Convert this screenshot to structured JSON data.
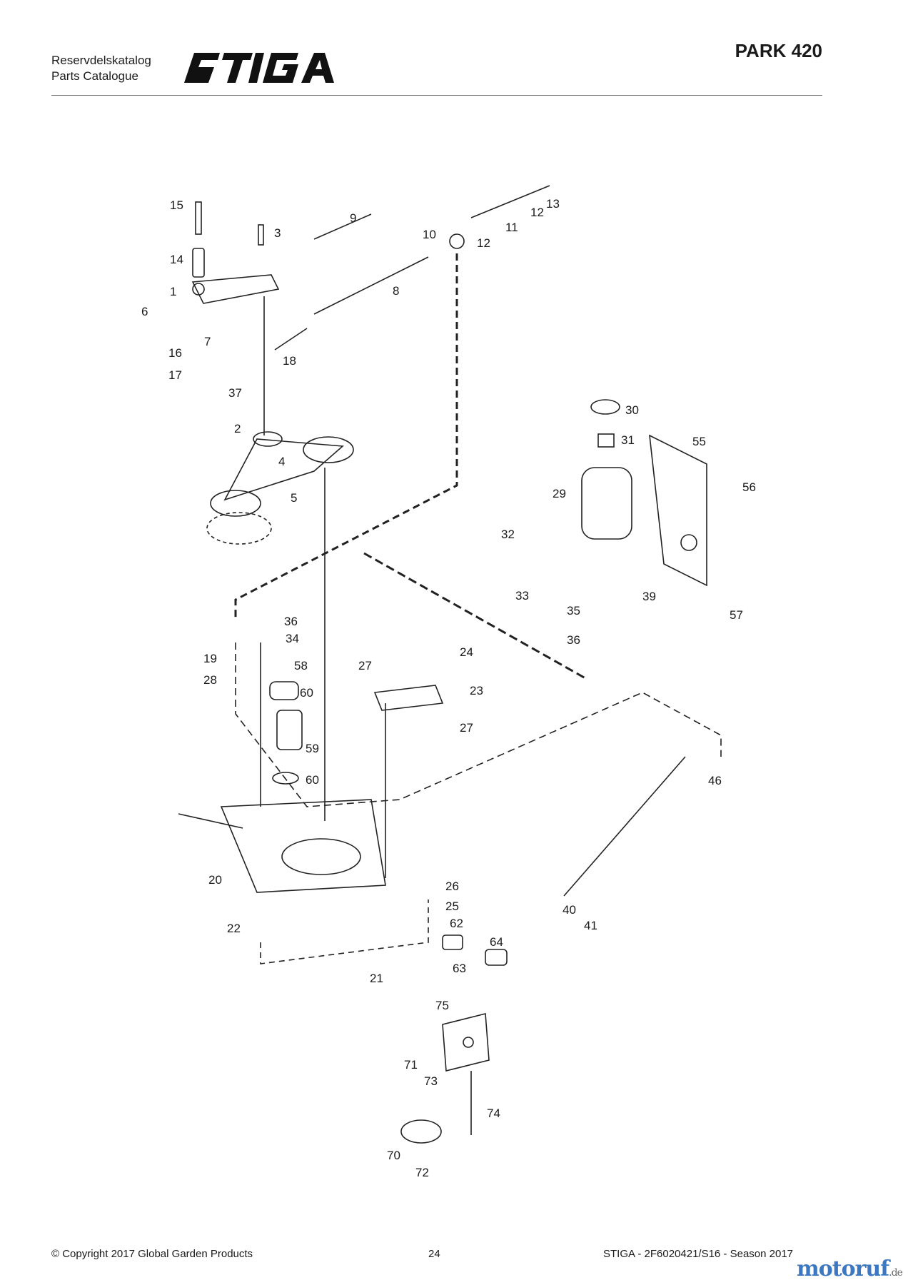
{
  "header": {
    "catalog_line1": "Reservdelskatalog",
    "catalog_line2": "Parts Catalogue",
    "brand": "STIGA",
    "model": "PARK 420"
  },
  "parts": [
    {
      "label": "15",
      "link": true
    },
    {
      "label": "3",
      "link": true
    },
    {
      "label": "9",
      "link": true
    },
    {
      "label": "10",
      "link": true
    },
    {
      "label": "12",
      "link": true
    },
    {
      "label": "13",
      "link": true
    },
    {
      "label": "11",
      "link": true
    },
    {
      "label": "12",
      "link": true
    },
    {
      "label": "14",
      "link": true
    },
    {
      "label": "8",
      "link": true
    },
    {
      "label": "1",
      "link": true
    },
    {
      "label": "6",
      "link": true
    },
    {
      "label": "7",
      "link": true
    },
    {
      "label": "16",
      "link": true
    },
    {
      "label": "18",
      "link": true
    },
    {
      "label": "17",
      "link": true
    },
    {
      "label": "37",
      "link": true
    },
    {
      "label": "30",
      "link": true
    },
    {
      "label": "2",
      "link": true
    },
    {
      "label": "31",
      "link": true
    },
    {
      "label": "55",
      "link": true
    },
    {
      "label": "4",
      "link": true
    },
    {
      "label": "29",
      "link": true
    },
    {
      "label": "5",
      "link": true
    },
    {
      "label": "56",
      "link": true
    },
    {
      "label": "32",
      "link": true
    },
    {
      "label": "33",
      "link": true
    },
    {
      "label": "39",
      "link": true
    },
    {
      "label": "35",
      "link": true
    },
    {
      "label": "57",
      "link": true
    },
    {
      "label": "36",
      "link": true
    },
    {
      "label": "34",
      "link": true
    },
    {
      "label": "36",
      "link": true
    },
    {
      "label": "24",
      "link": true
    },
    {
      "label": "19",
      "link": true
    },
    {
      "label": "58",
      "link": true
    },
    {
      "label": "27",
      "link": true
    },
    {
      "label": "28",
      "link": true
    },
    {
      "label": "23",
      "link": true
    },
    {
      "label": "60",
      "link": true
    },
    {
      "label": "27",
      "link": true
    },
    {
      "label": "59",
      "link": true
    },
    {
      "label": "60",
      "link": true
    },
    {
      "label": "46",
      "link": true
    },
    {
      "label": "20",
      "link": true
    },
    {
      "label": "26",
      "link": true
    },
    {
      "label": "25",
      "link": true
    },
    {
      "label": "40",
      "link": true
    },
    {
      "label": "41",
      "link": true
    },
    {
      "label": "22",
      "link": true
    },
    {
      "label": "62",
      "link": true
    },
    {
      "label": "64",
      "link": true
    },
    {
      "label": "63",
      "link": true
    },
    {
      "label": "21",
      "link": true
    },
    {
      "label": "75",
      "link": true
    },
    {
      "label": "71",
      "link": true
    },
    {
      "label": "73",
      "link": true
    },
    {
      "label": "74",
      "link": true
    },
    {
      "label": "70",
      "link": true
    },
    {
      "label": "72",
      "link": true
    }
  ],
  "footer": {
    "copyright": "© Copyright 2017 Global Garden Products",
    "page_number": "24",
    "doc_ref": "STIGA - 2F6020421/S16 - Season 2017"
  },
  "watermark": {
    "name": "motoruf",
    "suffix": ".de"
  }
}
